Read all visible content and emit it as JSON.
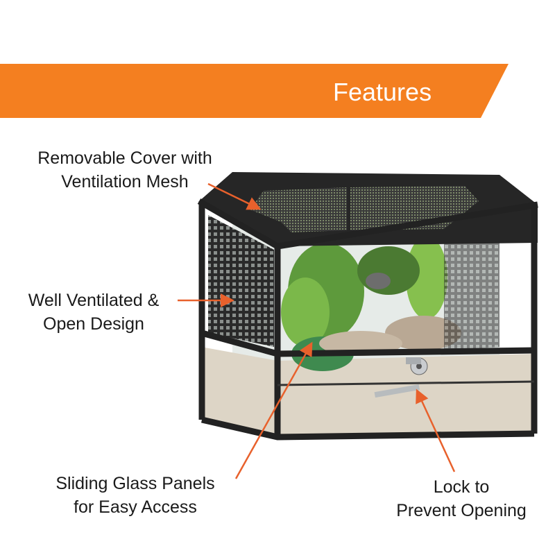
{
  "banner": {
    "title": "Features",
    "color": "#F47F20"
  },
  "callouts": [
    {
      "line1": "Removable Cover with",
      "line2": "Ventilation Mesh"
    },
    {
      "line1": "Well Ventilated &",
      "line2": "Open Design"
    },
    {
      "line1": "Sliding Glass Panels",
      "line2": "for Easy Access"
    },
    {
      "line1": "Lock to",
      "line2": "Prevent Opening"
    }
  ],
  "colors": {
    "arrow": "#E8612C",
    "frame": "#222222",
    "text": "#1a1a1a"
  }
}
